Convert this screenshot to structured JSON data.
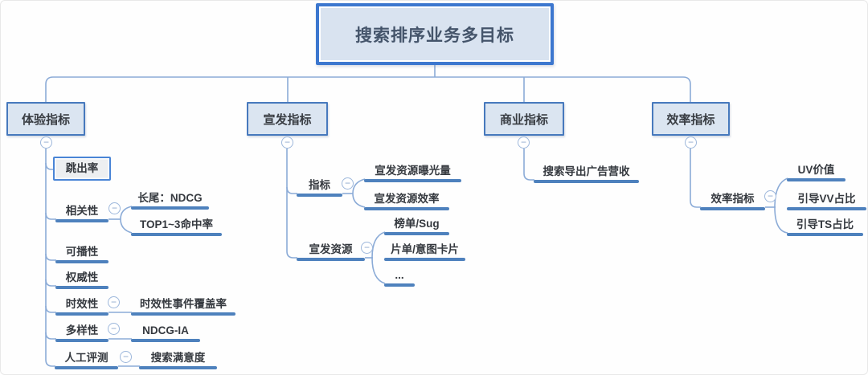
{
  "root": {
    "label": "搜索排序业务多目标"
  },
  "branches": {
    "experience": {
      "label": "体验指标",
      "children": {
        "bounce_rate": {
          "label": "跳出率"
        },
        "relevance": {
          "label": "相关性",
          "children": {
            "longtail_ndcg": {
              "label": "长尾：NDCG"
            },
            "top1_3_hit": {
              "label": "TOP1~3命中率"
            }
          }
        },
        "playability": {
          "label": "可播性"
        },
        "authority": {
          "label": "权威性"
        },
        "timeliness": {
          "label": "时效性",
          "children": {
            "event_coverage": {
              "label": "时效性事件覆盖率"
            }
          }
        },
        "diversity": {
          "label": "多样性",
          "children": {
            "ndcg_ia": {
              "label": "NDCG-IA"
            }
          }
        },
        "human_eval": {
          "label": "人工评测",
          "children": {
            "search_satisfaction": {
              "label": "搜索满意度"
            }
          }
        }
      }
    },
    "promotion": {
      "label": "宣发指标",
      "children": {
        "metrics": {
          "label": "指标",
          "children": {
            "exposure": {
              "label": "宣发资源曝光量"
            },
            "efficiency": {
              "label": "宣发资源效率"
            }
          }
        },
        "resources": {
          "label": "宣发资源",
          "children": {
            "board_sug": {
              "label": "榜单/Sug"
            },
            "card_list": {
              "label": "片单/意图卡片"
            },
            "more": {
              "label": "..."
            }
          }
        }
      }
    },
    "commercial": {
      "label": "商业指标",
      "children": {
        "ad_revenue": {
          "label": "搜索导出广告营收"
        }
      }
    },
    "efficiency": {
      "label": "效率指标",
      "children": {
        "efficiency_metrics": {
          "label": "效率指标",
          "children": {
            "uv_value": {
              "label": "UV价值"
            },
            "guided_vv_ratio": {
              "label": "引导VV占比"
            },
            "guided_ts_ratio": {
              "label": "引导TS占比"
            }
          }
        }
      }
    }
  },
  "icons": {
    "collapse_icon": "−"
  },
  "colors": {
    "accent_blue": "#4e81bd",
    "connector_blue": "#8babd7",
    "node_fill": "#dbe5f1",
    "node_border": "#4779bd",
    "root_border": "#3c77cf",
    "root_fill": "#d9e3f0",
    "title_text": "#44546a",
    "node_text": "#35393f"
  }
}
